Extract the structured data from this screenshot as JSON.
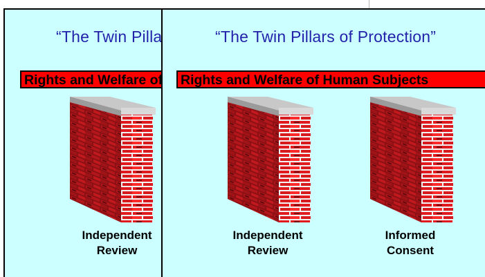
{
  "back_slide": {
    "title": "“The Twin Pillars of Protection”",
    "banner": "Rights and Welfare of Human Subjects",
    "pillar_label_line1": "Independent",
    "pillar_label_line2": "Review"
  },
  "front_slide": {
    "title": "“The Twin Pillars of Protection”",
    "banner": "Rights and Welfare of Human Subjects",
    "pillars": [
      {
        "line1": "Independent",
        "line2": "Review"
      },
      {
        "line1": "Informed",
        "line2": "Consent"
      }
    ]
  },
  "colors": {
    "slide_background": "#ccffff",
    "title_text": "#2222aa",
    "banner_fill": "#ff0000",
    "brick_red": "#c8161b",
    "brick_dark": "#7a0f12",
    "mortar": "#e6e6e6",
    "cap": "#bfbfbf"
  },
  "icons": [
    "brick-pillar-icon"
  ]
}
